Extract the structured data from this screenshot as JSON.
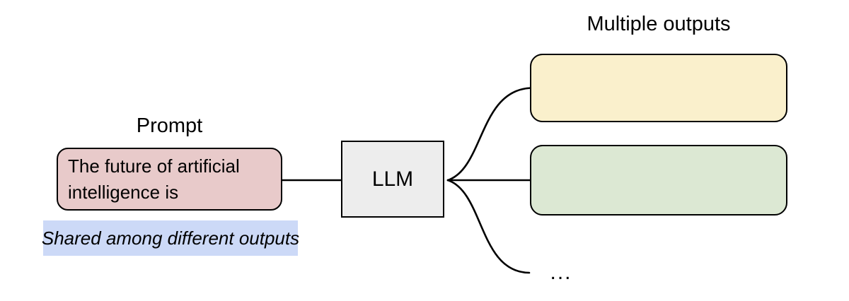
{
  "diagram": {
    "prompt": {
      "title": "Prompt",
      "text": "The future of artificial intelligence is",
      "fill": "#e8caca"
    },
    "note": {
      "text": "Shared among different outputs",
      "fill": "#ccd9f7"
    },
    "llm": {
      "label": "LLM",
      "fill": "#ededed"
    },
    "outputs": {
      "title": "Multiple outputs",
      "boxes": [
        {
          "name": "output-1",
          "fill": "#faf0cc"
        },
        {
          "name": "output-2",
          "fill": "#dce8d3"
        }
      ],
      "ellipsis": "..."
    },
    "stroke_color": "#000000",
    "background": "#ffffff"
  }
}
